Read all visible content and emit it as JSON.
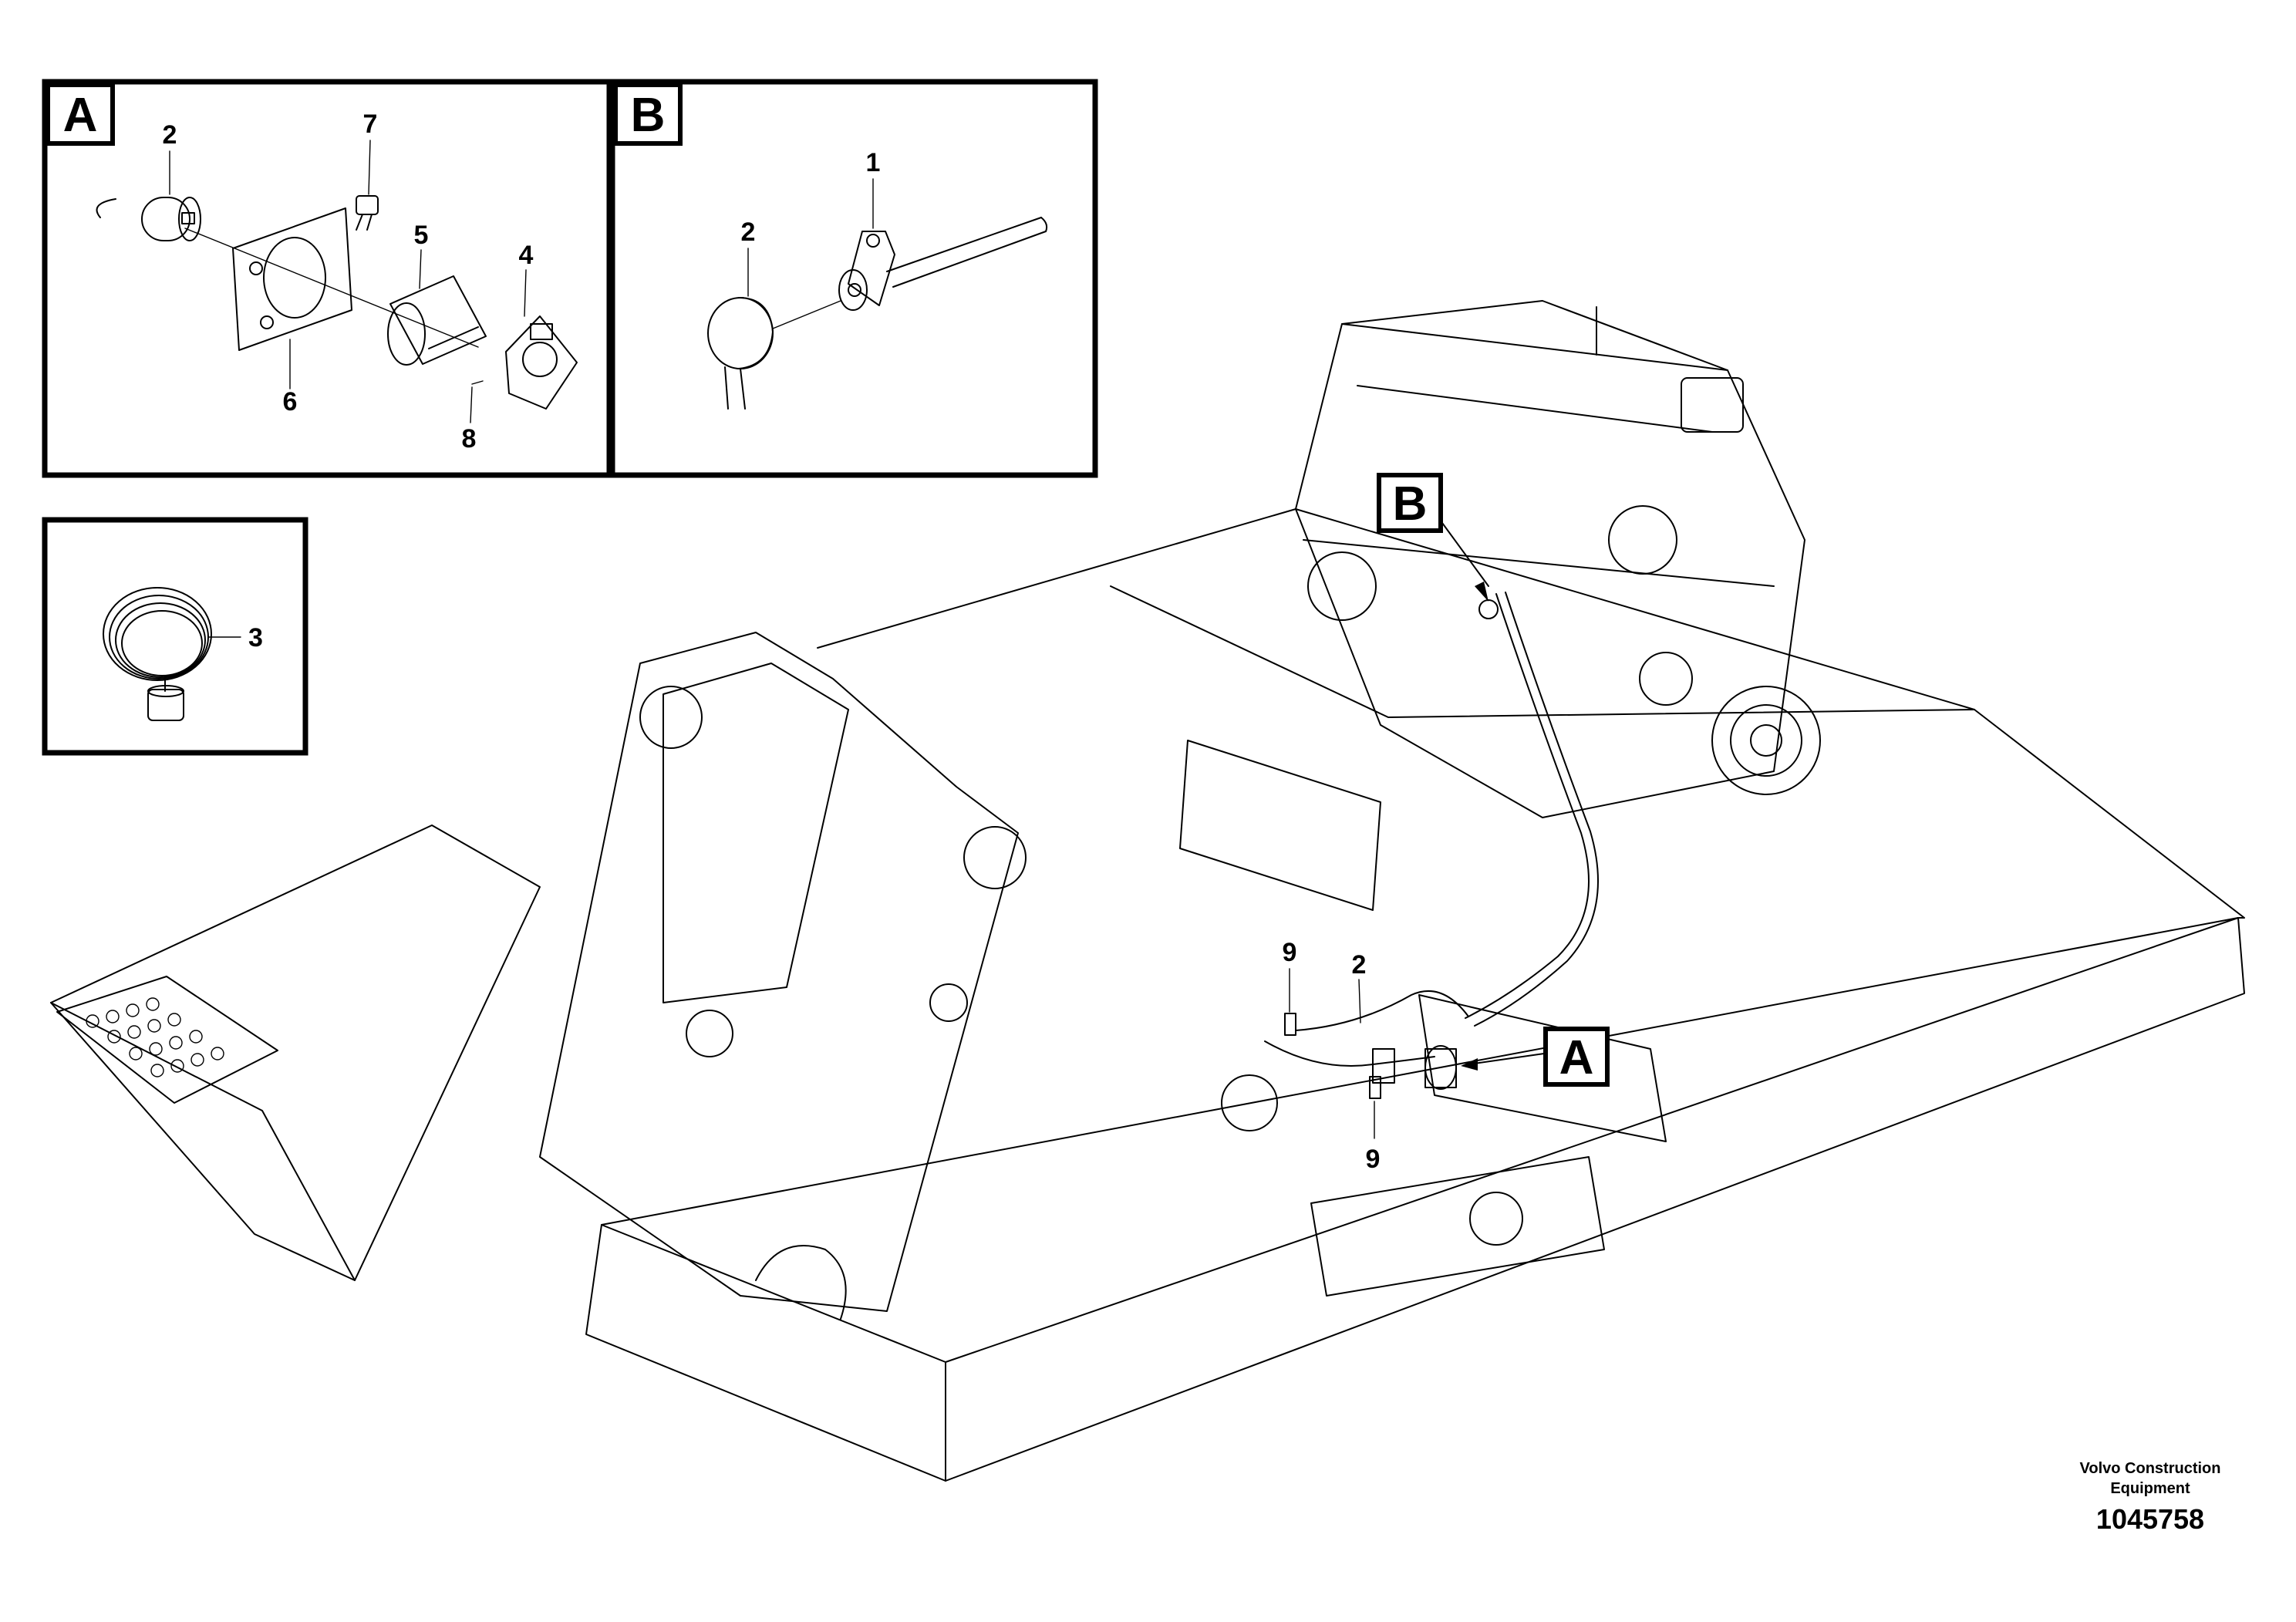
{
  "insets": {
    "a": {
      "letter": "A",
      "callouts": {
        "c2": "2",
        "c7": "7",
        "c5": "5",
        "c4": "4",
        "c6": "6",
        "c8": "8"
      }
    },
    "b": {
      "letter": "B",
      "callouts": {
        "c1": "1",
        "c2": "2"
      }
    },
    "coil": {
      "callouts": {
        "c3": "3"
      }
    }
  },
  "main": {
    "tag_a": "A",
    "tag_b": "B",
    "callouts": {
      "c9_top": "9",
      "c2": "2",
      "c9_bottom": "9"
    }
  },
  "footer": {
    "brand_line1": "Volvo Construction",
    "brand_line2": "Equipment",
    "doc_number": "1045758"
  }
}
